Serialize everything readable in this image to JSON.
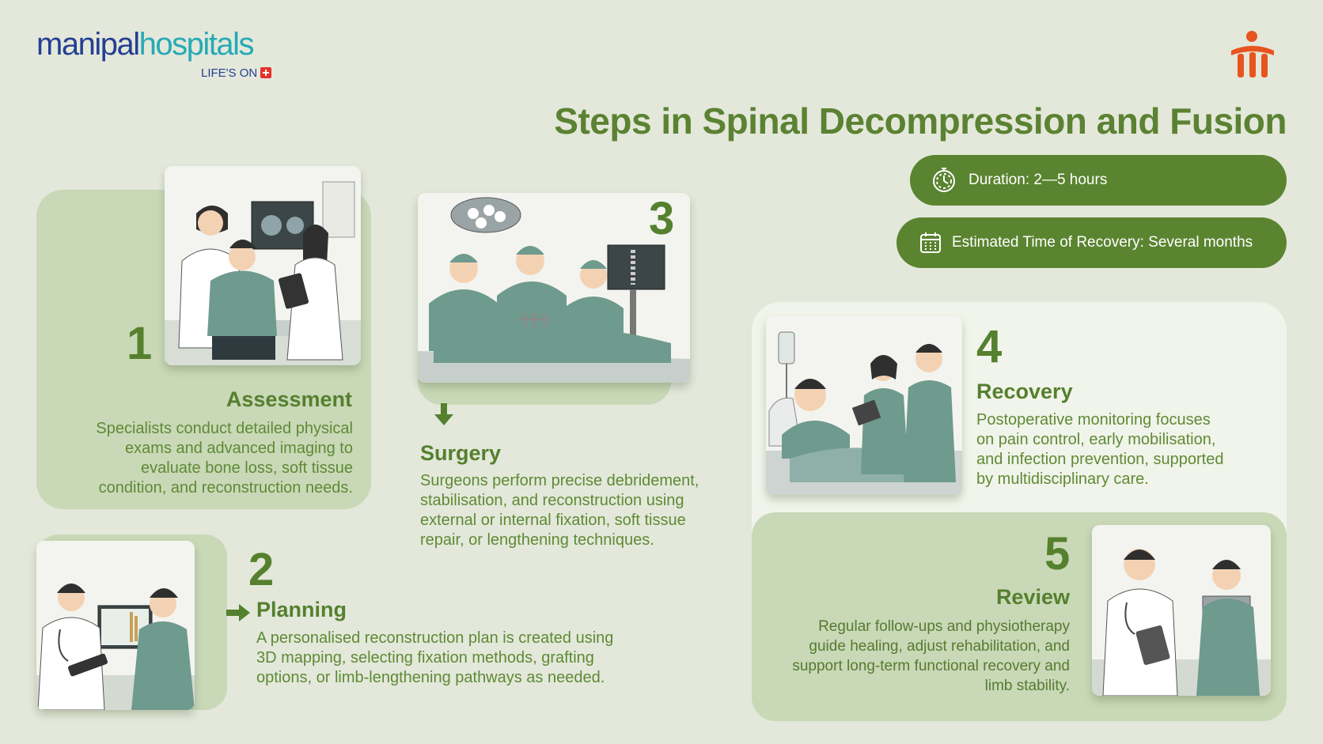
{
  "brand": {
    "logo_part1": "manipal",
    "logo_part2": "hospitals",
    "tagline": "LIFE'S ON"
  },
  "title": "Steps in Spinal Decompression and Fusion",
  "badges": {
    "duration": "Duration: 2—5 hours",
    "recovery": "Estimated Time of Recovery: Several months",
    "icons": [
      "stopwatch-icon",
      "calendar-icon"
    ]
  },
  "steps": [
    {
      "number": "1",
      "title": "Assessment",
      "lines": [
        "Specialists conduct detailed physical",
        "exams and advanced imaging to",
        "evaluate bone loss, soft tissue",
        "condition, and reconstruction needs."
      ]
    },
    {
      "number": "2",
      "title": "Planning",
      "lines": [
        "A personalised reconstruction plan is created using",
        "3D mapping, selecting fixation methods, grafting",
        "options, or limb-lengthening pathways as needed."
      ]
    },
    {
      "number": "3",
      "title": "Surgery",
      "lines": [
        "Surgeons perform precise debridement,",
        "stabilisation, and reconstruction using",
        "external or internal fixation, soft tissue",
        "repair, or lengthening techniques."
      ]
    },
    {
      "number": "4",
      "title": "Recovery",
      "lines": [
        "Postoperative monitoring focuses",
        "on pain control, early mobilisation,",
        "and infection prevention, supported",
        "by multidisciplinary care."
      ]
    },
    {
      "number": "5",
      "title": "Review",
      "lines": [
        "Regular follow-ups and physiotherapy",
        "guide healing, adjust rehabilitation, and",
        "support long-term functional recovery and",
        "limb stability."
      ]
    }
  ],
  "colors": {
    "background": "#e3e8da",
    "accent": "#5a8430",
    "card": "#c9d8b7",
    "panel": "#f1f4ea",
    "scrubs": "#6f9a8e",
    "logo_blue": "#243f93",
    "logo_teal": "#27a9b6"
  }
}
